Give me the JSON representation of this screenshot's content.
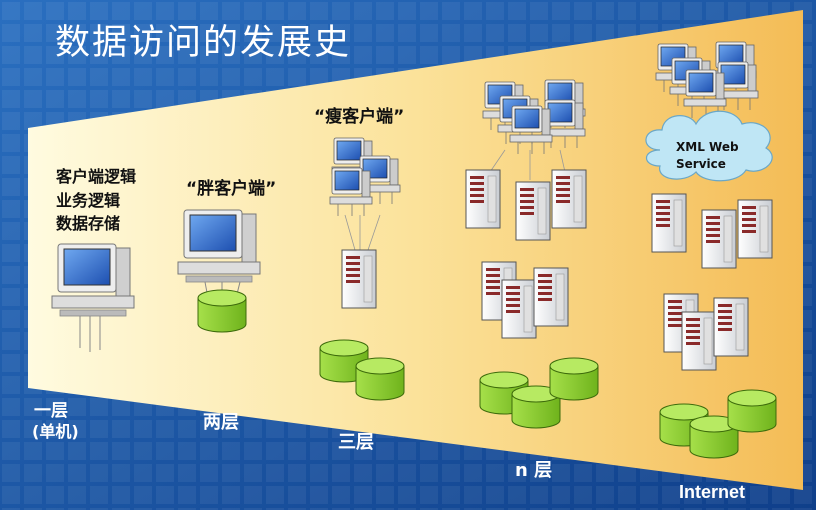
{
  "slide": {
    "title": "数据访问的发展史",
    "single_tier_roles": [
      "客户端逻辑",
      "业务逻辑",
      "数据存储"
    ],
    "fat_client_label": "“胖客户端”",
    "thin_client_label": "“瘦客户端”",
    "cloud_label_line1": "XML Web",
    "cloud_label_line2": "Service",
    "tiers": {
      "one_line1": "一层",
      "one_line2": "(单机)",
      "two": "两层",
      "three": "三层",
      "n": "n 层",
      "internet": "Internet"
    }
  },
  "colors": {
    "background_blue": "#1f5fae",
    "panel_light": "#fffbe0",
    "panel_dark": "#f4bc56",
    "database_green": "#8ccf2e",
    "cloud": "#bfe6f5"
  }
}
